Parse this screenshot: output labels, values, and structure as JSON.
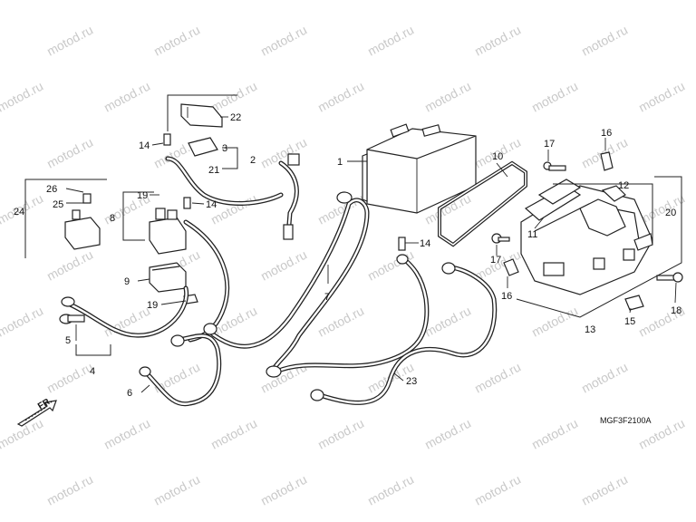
{
  "watermark": "motod.ru",
  "diagram_code": "MGF3F2100A",
  "direction_label": "FR.",
  "callouts": {
    "c1": "1",
    "c2": "2",
    "c3": "3",
    "c4": "4",
    "c5": "5",
    "c6": "6",
    "c7": "7",
    "c8": "8",
    "c9": "9",
    "c10": "10",
    "c11": "11",
    "c12": "12",
    "c13": "13",
    "c14a": "14",
    "c14b": "14",
    "c14c": "14",
    "c15": "15",
    "c16a": "16",
    "c16b": "16",
    "c17a": "17",
    "c17b": "17",
    "c18": "18",
    "c19a": "19",
    "c19b": "19",
    "c20": "20",
    "c21": "21",
    "c22": "22",
    "c23": "23",
    "c24": "24",
    "c25": "25",
    "c26": "26"
  }
}
